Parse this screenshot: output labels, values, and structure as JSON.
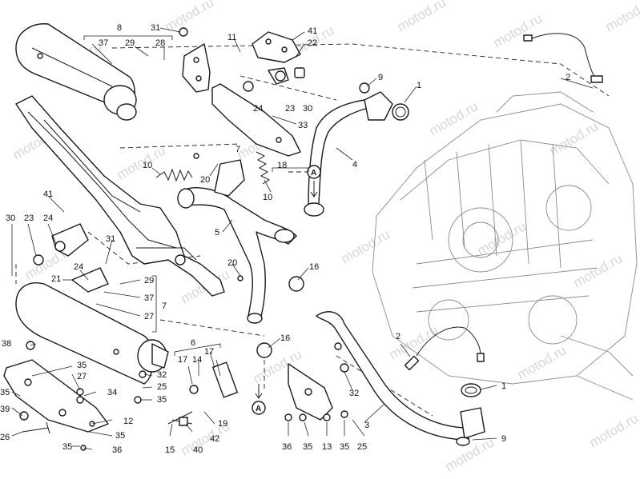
{
  "watermark": "motod.ru",
  "reference_letter": "A",
  "callouts": {
    "n1a": "1",
    "n1b": "1",
    "n2a": "2",
    "n2b": "2",
    "n3": "3",
    "n4": "4",
    "n5": "5",
    "n6": "6",
    "n7a": "7",
    "n7b": "7",
    "n8": "8",
    "n9a": "9",
    "n9b": "9",
    "n10a": "10",
    "n10b": "10",
    "n11": "11",
    "n12": "12",
    "n13": "13",
    "n14": "14",
    "n15": "15",
    "n16a": "16",
    "n16b": "16",
    "n17a": "17",
    "n17b": "17",
    "n18": "18",
    "n19": "19",
    "n20a": "20",
    "n20b": "20",
    "n21": "21",
    "n22": "22",
    "n23a": "23",
    "n23b": "23",
    "n24a": "24",
    "n24b": "24",
    "n25a": "25",
    "n25b": "25",
    "n26": "26",
    "n27a": "27",
    "n27b": "27",
    "n28": "28",
    "n29a": "29",
    "n29b": "29",
    "n30a": "30",
    "n30b": "30",
    "n31a": "31",
    "n31b": "31",
    "n32a": "32",
    "n32b": "32",
    "n33": "33",
    "n34": "34",
    "n35a": "35",
    "n35b": "35",
    "n35c": "35",
    "n35d": "35",
    "n35e": "35",
    "n35f": "35",
    "n35g": "35",
    "n36a": "36",
    "n36b": "36",
    "n37a": "37",
    "n37b": "37",
    "n38": "38",
    "n39": "39",
    "n40": "40",
    "n41a": "41",
    "n41b": "41",
    "n42": "42"
  }
}
